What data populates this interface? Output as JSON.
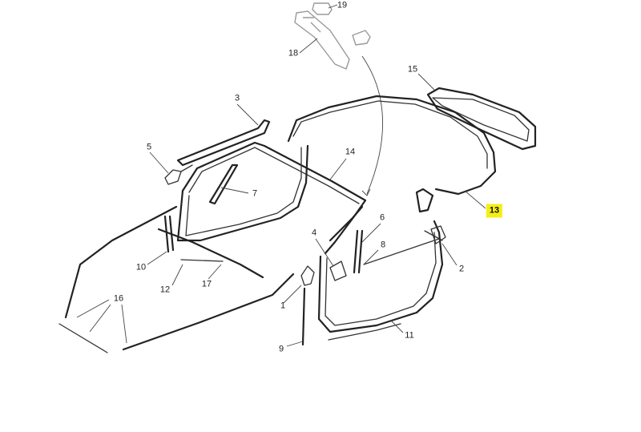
{
  "callouts": [
    {
      "id": "1",
      "text": "1",
      "highlighted": false
    },
    {
      "id": "2",
      "text": "2",
      "highlighted": false
    },
    {
      "id": "3",
      "text": "3",
      "highlighted": false
    },
    {
      "id": "4",
      "text": "4",
      "highlighted": false
    },
    {
      "id": "5",
      "text": "5",
      "highlighted": false
    },
    {
      "id": "6",
      "text": "6",
      "highlighted": false
    },
    {
      "id": "7",
      "text": "7",
      "highlighted": false
    },
    {
      "id": "8",
      "text": "8",
      "highlighted": false
    },
    {
      "id": "9",
      "text": "9",
      "highlighted": false
    },
    {
      "id": "10",
      "text": "10",
      "highlighted": false
    },
    {
      "id": "11",
      "text": "11",
      "highlighted": false
    },
    {
      "id": "12",
      "text": "12",
      "highlighted": false
    },
    {
      "id": "13",
      "text": "13",
      "highlighted": true
    },
    {
      "id": "14",
      "text": "14",
      "highlighted": false
    },
    {
      "id": "15",
      "text": "15",
      "highlighted": false
    },
    {
      "id": "16",
      "text": "16",
      "highlighted": false
    },
    {
      "id": "17",
      "text": "17",
      "highlighted": false
    },
    {
      "id": "18",
      "text": "18",
      "highlighted": false
    },
    {
      "id": "19",
      "text": "19",
      "highlighted": false
    }
  ],
  "highlight_color": "#f5ee15"
}
